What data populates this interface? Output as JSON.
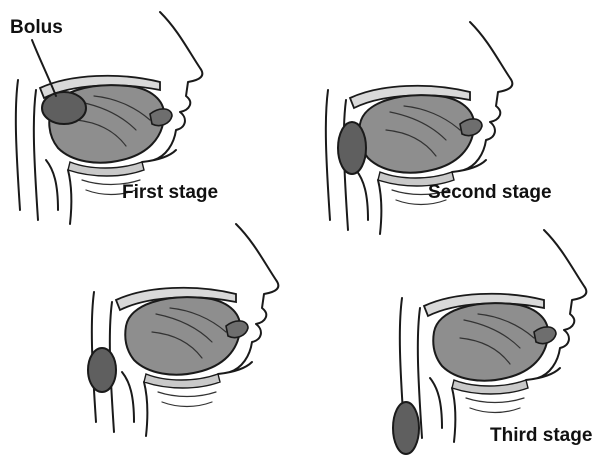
{
  "labels": {
    "bolus": "Bolus",
    "stage_1": "First stage",
    "stage_2": "Second stage",
    "stage_3": "",
    "stage_4": "Third stage"
  },
  "panels": [
    {
      "id": "panel-1",
      "bolus_position": "oral cavity (top of tongue)"
    },
    {
      "id": "panel-2",
      "bolus_position": "oropharynx"
    },
    {
      "id": "panel-3",
      "bolus_position": "pharynx"
    },
    {
      "id": "panel-4",
      "bolus_position": "esophagus"
    }
  ],
  "colors": {
    "tongue": "#8e8e8e",
    "bolus": "#5f5f5f",
    "outline": "#1a1a1a",
    "background": "#ffffff"
  }
}
